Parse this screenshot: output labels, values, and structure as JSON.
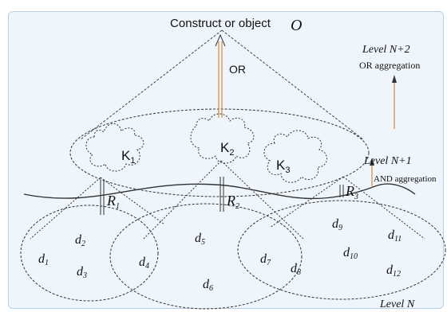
{
  "title": "Construct or object",
  "object_symbol": "O",
  "or_label": "OR",
  "levels": {
    "top": "Level N+2",
    "top_note": "OR aggregation",
    "middle": "Level N+1",
    "middle_note": "AND aggregation",
    "bottom": "Level N"
  },
  "constructs": [
    {
      "base": "K",
      "sub": "1"
    },
    {
      "base": "K",
      "sub": "2"
    },
    {
      "base": "K",
      "sub": "3"
    }
  ],
  "relations": [
    {
      "base": "R",
      "sub": "1"
    },
    {
      "base": "R",
      "sub": "2"
    },
    {
      "base": "R",
      "sub": "3"
    }
  ],
  "data_items": [
    {
      "base": "d",
      "sub": "1"
    },
    {
      "base": "d",
      "sub": "2"
    },
    {
      "base": "d",
      "sub": "3"
    },
    {
      "base": "d",
      "sub": "4"
    },
    {
      "base": "d",
      "sub": "5"
    },
    {
      "base": "d",
      "sub": "6"
    },
    {
      "base": "d",
      "sub": "7"
    },
    {
      "base": "d",
      "sub": "8"
    },
    {
      "base": "d",
      "sub": "9"
    },
    {
      "base": "d",
      "sub": "10"
    },
    {
      "base": "d",
      "sub": "11"
    },
    {
      "base": "d",
      "sub": "12"
    }
  ],
  "colors": {
    "panel": "#eef5fb",
    "stroke": "#333333",
    "accent_arrow": "#d88a3a"
  }
}
